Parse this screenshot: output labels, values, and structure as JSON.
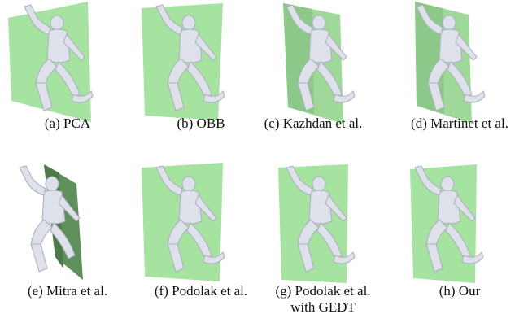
{
  "figure": {
    "panels": [
      {
        "label": "(a) PCA",
        "label_line2": ""
      },
      {
        "label": "(b) OBB",
        "label_line2": ""
      },
      {
        "label": "(c) Kazhdan et al.",
        "label_line2": ""
      },
      {
        "label": "(d) Martinet et al.",
        "label_line2": ""
      },
      {
        "label": "(e) Mitra et al.",
        "label_line2": ""
      },
      {
        "label": "(f) Podolak et al.",
        "label_line2": ""
      },
      {
        "label": "(g) Podolak et al.",
        "label_line2": "with GEDT"
      },
      {
        "label": "(h) Our",
        "label_line2": ""
      }
    ],
    "colors": {
      "plane": "#9fe09a",
      "plane_dark": "#5f8f5a",
      "body": "#d9dbe6",
      "body_shadow": "#9ea3b4"
    }
  }
}
